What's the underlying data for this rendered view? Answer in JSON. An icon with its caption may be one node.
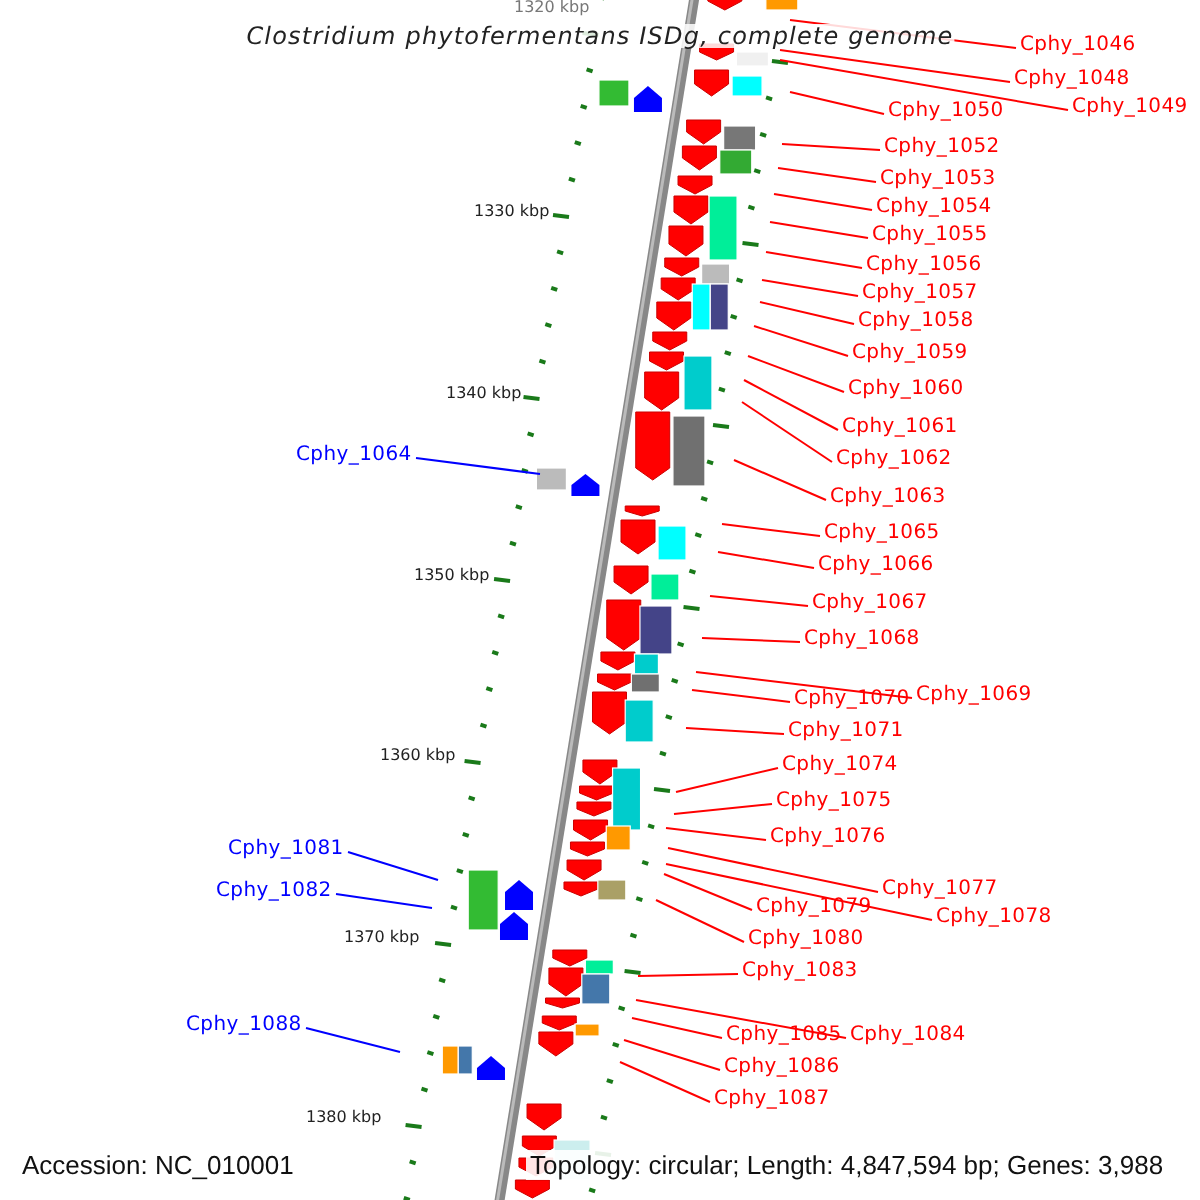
{
  "diagram": {
    "title": "Clostridium phytofermentans ISDg, complete genome",
    "nodes": [
      {
        "text": [
          "Cphy_1046"
        ]
      },
      {
        "text": [
          "Cphy_1048"
        ]
      },
      {
        "text": [
          "Cphy_1049"
        ]
      },
      {
        "text": [
          "Cphy_1050"
        ]
      },
      {
        "text": [
          "Cphy_1052"
        ]
      },
      {
        "text": [
          "Cphy_1053"
        ]
      },
      {
        "text": [
          "Cphy_1054"
        ]
      },
      {
        "text": [
          "Cphy_1055"
        ]
      },
      {
        "text": [
          "Cphy_1056"
        ]
      },
      {
        "text": [
          "Cphy_1057"
        ]
      },
      {
        "text": [
          "Cphy_1058"
        ]
      },
      {
        "text": [
          "Cphy_1059"
        ]
      },
      {
        "text": [
          "Cphy_1060"
        ]
      },
      {
        "text": [
          "Cphy_1061"
        ]
      },
      {
        "text": [
          "Cphy_1064"
        ]
      },
      {
        "text": [
          "Cphy_1062"
        ]
      },
      {
        "text": [
          "Cphy_1063"
        ]
      },
      {
        "text": [
          "Cphy_1065"
        ]
      },
      {
        "text": [
          "Cphy_1066"
        ]
      },
      {
        "text": [
          "Cphy_1067"
        ]
      },
      {
        "text": [
          "Cphy_1068"
        ]
      },
      {
        "text": [
          "Cphy_1069"
        ]
      },
      {
        "text": [
          "Cphy_1070"
        ]
      },
      {
        "text": [
          "Cphy_1071"
        ]
      },
      {
        "text": [
          "Cphy_1074"
        ]
      },
      {
        "text": [
          "Cphy_1075"
        ]
      },
      {
        "text": [
          "Cphy_1076"
        ]
      },
      {
        "text": [
          "Cphy_1081"
        ]
      },
      {
        "text": [
          "Cphy_1077"
        ]
      },
      {
        "text": [
          "Cphy_1082"
        ]
      },
      {
        "text": [
          "Cphy_1079"
        ]
      },
      {
        "text": [
          "Cphy_1078"
        ]
      },
      {
        "text": [
          "Cphy_1080"
        ]
      },
      {
        "text": [
          "Cphy_1083"
        ]
      },
      {
        "text": [
          "Cphy_1088"
        ]
      },
      {
        "text": [
          "Cphy_1085"
        ]
      },
      {
        "text": [
          "Cphy_1084"
        ]
      },
      {
        "text": [
          "Cphy_1086"
        ]
      },
      {
        "text": [
          "Cphy_1087"
        ]
      }
    ],
    "edges": [
      {
        "from": 0,
        "to": null,
        "arrow": "none"
      },
      {
        "from": 1,
        "to": null,
        "arrow": "none"
      },
      {
        "from": 2,
        "to": null,
        "arrow": "none"
      },
      {
        "from": 3,
        "to": null,
        "arrow": "none"
      },
      {
        "from": 4,
        "to": null,
        "arrow": "none"
      },
      {
        "from": 5,
        "to": null,
        "arrow": "none"
      },
      {
        "from": 6,
        "to": null,
        "arrow": "none"
      },
      {
        "from": 7,
        "to": null,
        "arrow": "none"
      },
      {
        "from": 8,
        "to": null,
        "arrow": "none"
      },
      {
        "from": 9,
        "to": null,
        "arrow": "none"
      },
      {
        "from": 10,
        "to": null,
        "arrow": "none"
      },
      {
        "from": 11,
        "to": null,
        "arrow": "none"
      },
      {
        "from": 12,
        "to": null,
        "arrow": "none"
      },
      {
        "from": 13,
        "to": null,
        "arrow": "none"
      },
      {
        "from": 14,
        "to": null,
        "arrow": "none",
        "color": "#0000ff"
      },
      {
        "from": 15,
        "to": null,
        "arrow": "none"
      },
      {
        "from": 16,
        "to": null,
        "arrow": "none"
      },
      {
        "from": 17,
        "to": null,
        "arrow": "none"
      },
      {
        "from": 18,
        "to": null,
        "arrow": "none"
      },
      {
        "from": 19,
        "to": null,
        "arrow": "none"
      },
      {
        "from": 20,
        "to": null,
        "arrow": "none"
      },
      {
        "from": 21,
        "to": null,
        "arrow": "none"
      },
      {
        "from": 22,
        "to": null,
        "arrow": "none"
      },
      {
        "from": 23,
        "to": null,
        "arrow": "none"
      },
      {
        "from": 24,
        "to": null,
        "arrow": "none"
      },
      {
        "from": 25,
        "to": null,
        "arrow": "none"
      },
      {
        "from": 26,
        "to": null,
        "arrow": "none"
      },
      {
        "from": 27,
        "to": null,
        "arrow": "none",
        "color": "#0000ff"
      },
      {
        "from": 28,
        "to": null,
        "arrow": "none"
      },
      {
        "from": 29,
        "to": null,
        "arrow": "none",
        "color": "#0000ff"
      },
      {
        "from": 30,
        "to": null,
        "arrow": "none"
      },
      {
        "from": 31,
        "to": null,
        "arrow": "none"
      },
      {
        "from": 32,
        "to": null,
        "arrow": "none"
      },
      {
        "from": 33,
        "to": null,
        "arrow": "none"
      },
      {
        "from": 34,
        "to": null,
        "arrow": "none",
        "color": "#0000ff"
      },
      {
        "from": 35,
        "to": null,
        "arrow": "none"
      },
      {
        "from": 36,
        "to": null,
        "arrow": "none"
      },
      {
        "from": 37,
        "to": null,
        "arrow": "none"
      },
      {
        "from": 38,
        "to": null,
        "arrow": "none"
      }
    ],
    "labels": [
      "1320 kbp",
      "1330 kbp",
      "1340 kbp",
      "1350 kbp",
      "1360 kbp",
      "1370 kbp",
      "1380 kbp",
      "Accession: NC_010001",
      "Topology: circular; Length: 4,847,594 bp; Genes: 3,988"
    ]
  }
}
